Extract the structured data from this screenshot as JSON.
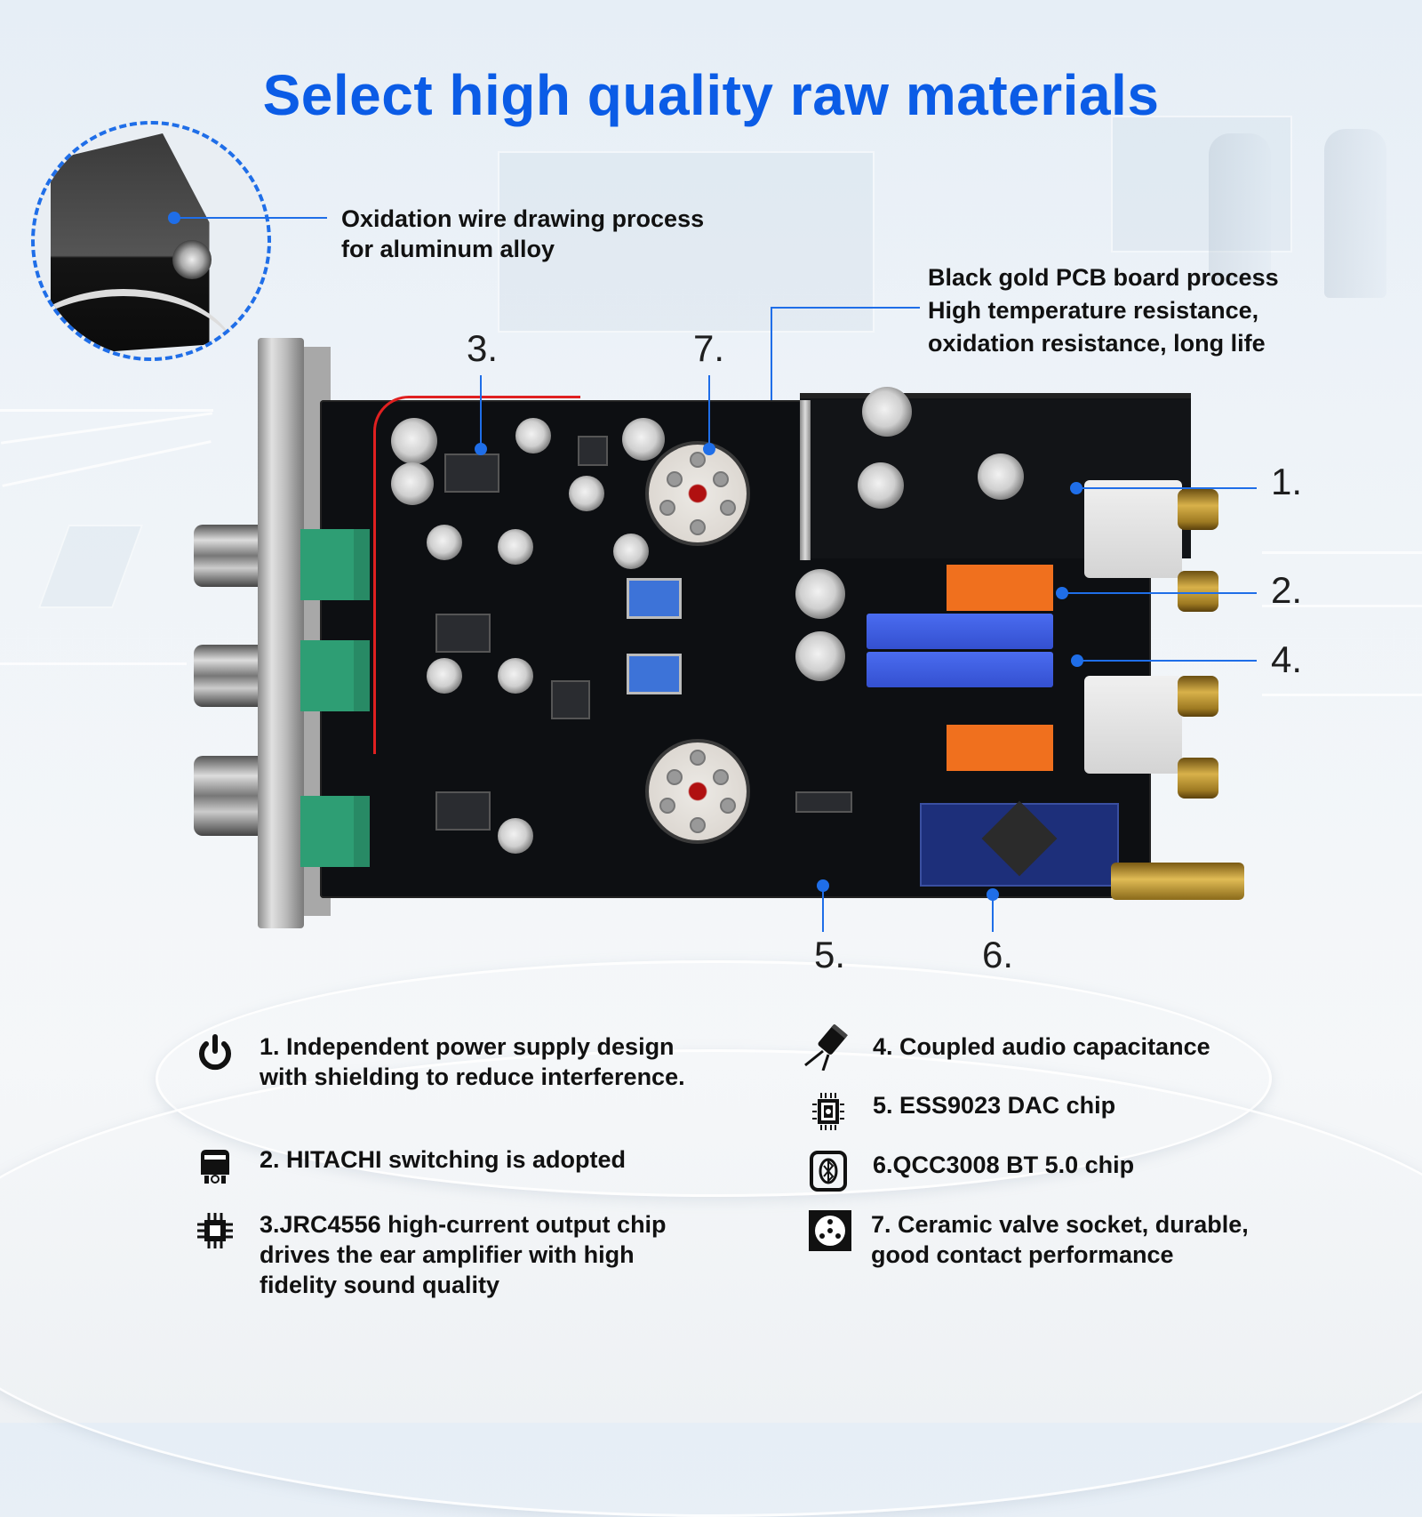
{
  "title": "Select high quality raw materials",
  "colors": {
    "accent": "#0b5ce6",
    "callout_line": "#1f6ee8",
    "text": "#111111"
  },
  "callouts": {
    "aluminum": {
      "line1": "Oxidation wire drawing process",
      "line2": "for aluminum alloy"
    },
    "pcb": {
      "line1": "Black gold PCB board process",
      "line2": "High temperature resistance,",
      "line3": "oxidation resistance, long life"
    }
  },
  "markers": [
    "1.",
    "2.",
    "3.",
    "4.",
    "5.",
    "6.",
    "7."
  ],
  "features": [
    {
      "icon": "power-icon",
      "line1": "1. Independent power supply design",
      "line2": "with shielding to reduce interference."
    },
    {
      "icon": "relay-icon",
      "line1": "2. HITACHI switching is adopted"
    },
    {
      "icon": "chip-icon",
      "line1": "3.JRC4556 high-current output chip",
      "line2": "drives the ear amplifier with high",
      "line3": "fidelity sound quality"
    },
    {
      "icon": "capacitor-icon",
      "line1": "4. Coupled audio capacitance"
    },
    {
      "icon": "dac-chip-icon",
      "line1": "5. ESS9023 DAC chip"
    },
    {
      "icon": "bluetooth-chip-icon",
      "line1": "6.QCC3008 BT 5.0 chip"
    },
    {
      "icon": "valve-socket-icon",
      "line1": "7. Ceramic valve socket, durable,",
      "line2": "good contact performance"
    }
  ]
}
